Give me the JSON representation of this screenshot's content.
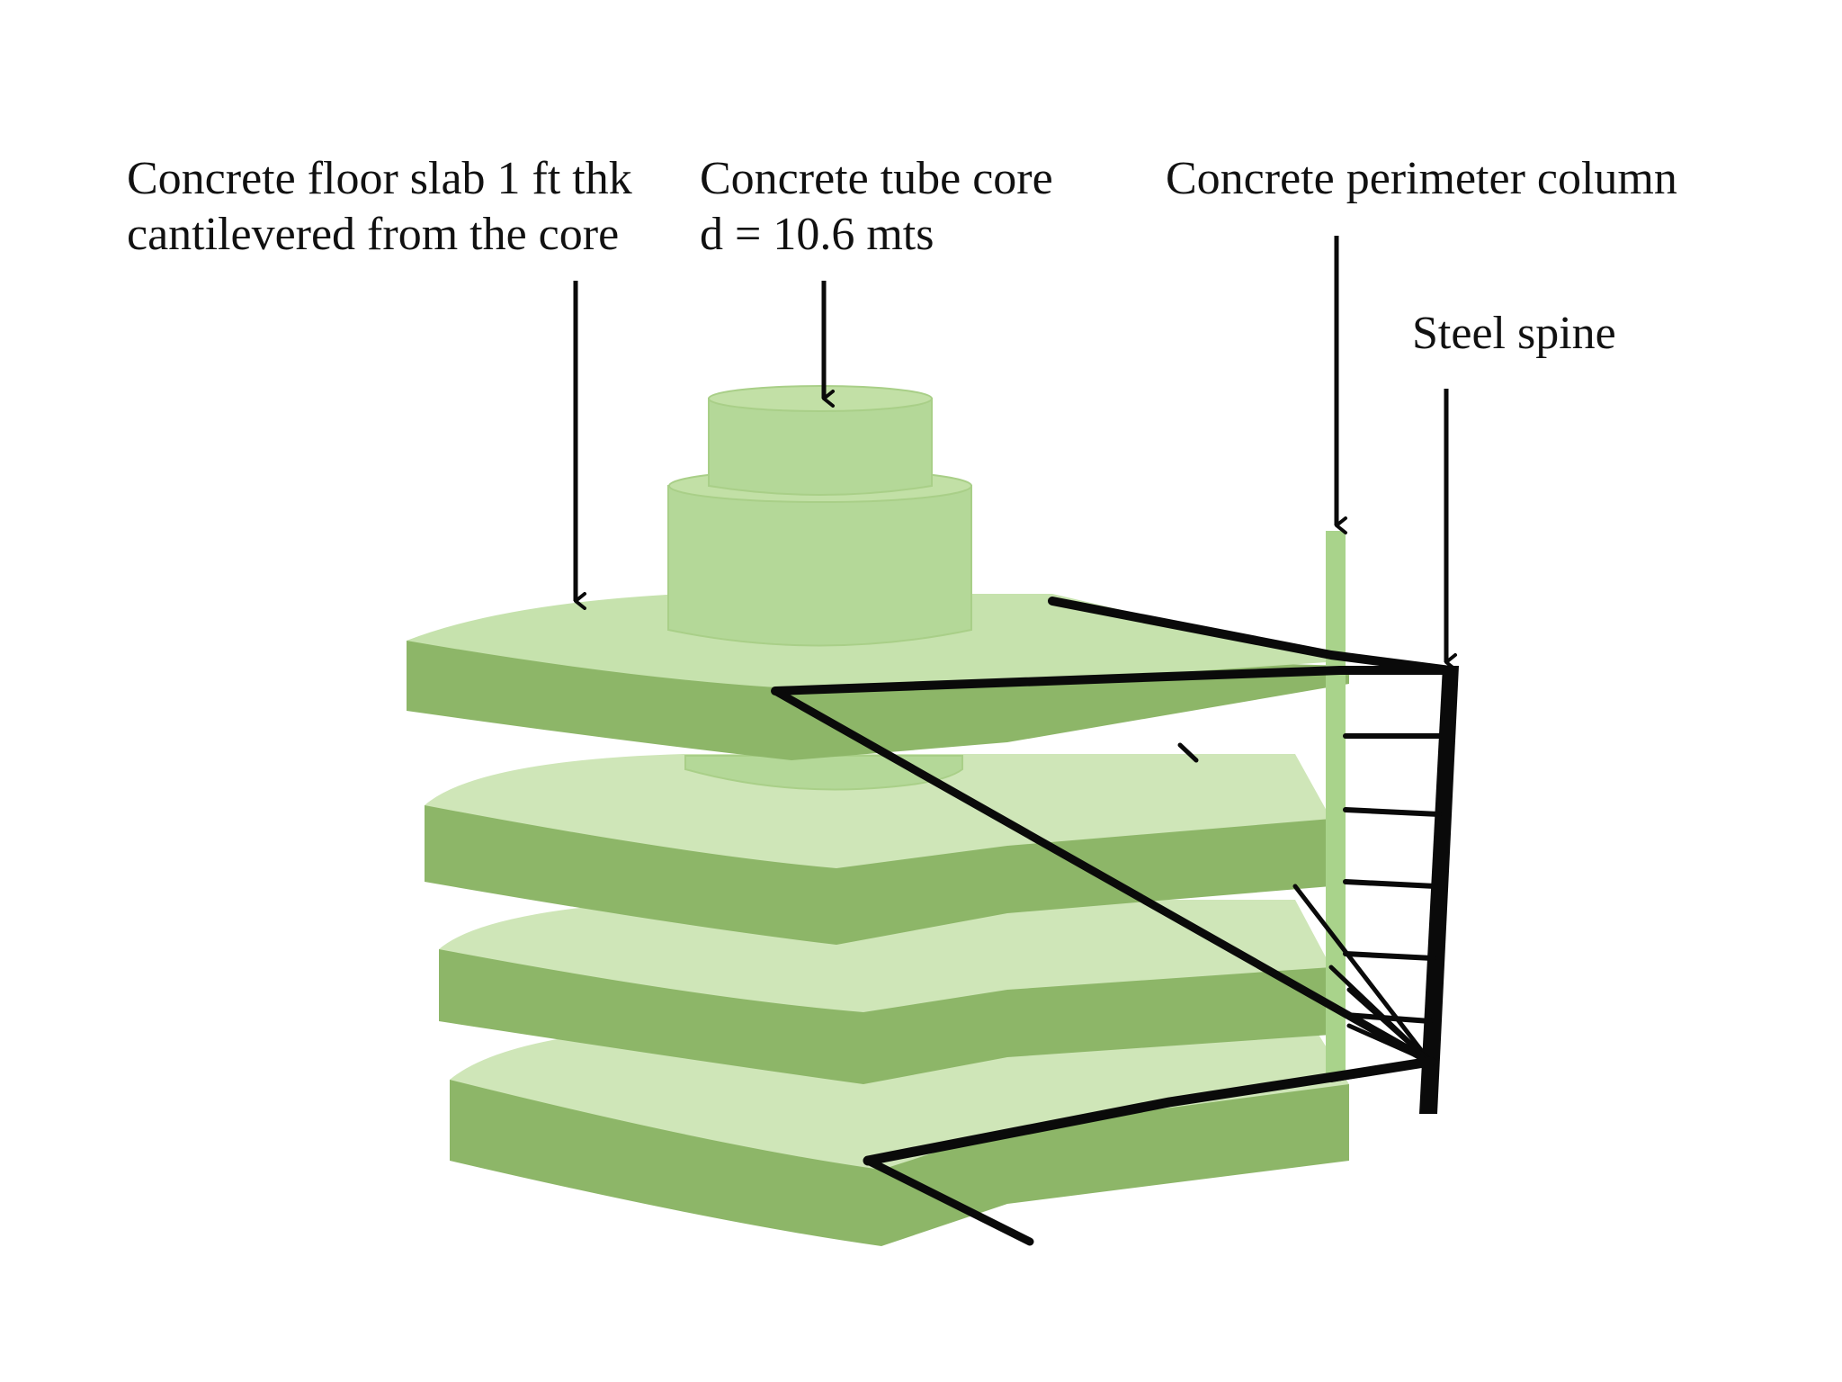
{
  "labels": {
    "slab": {
      "line1": "Concrete floor slab 1 ft thk",
      "line2": "cantilevered from the core"
    },
    "core": {
      "line1": "Concrete tube core",
      "line2": "d = 10.6 mts"
    },
    "column": {
      "line1": "Concrete perimeter column"
    },
    "spine": {
      "line1": "Steel spine"
    }
  },
  "colors": {
    "slab_top": "#c6e2ad",
    "slab_side": "#8db668",
    "slab_top_lower": "#cfe6b8",
    "core_top": "#c2e0a6",
    "core_side": "#b4d898",
    "core_outline": "#a9cf88",
    "steel": "#0a0a0a",
    "column": "#a9d38b",
    "text": "#111111"
  }
}
